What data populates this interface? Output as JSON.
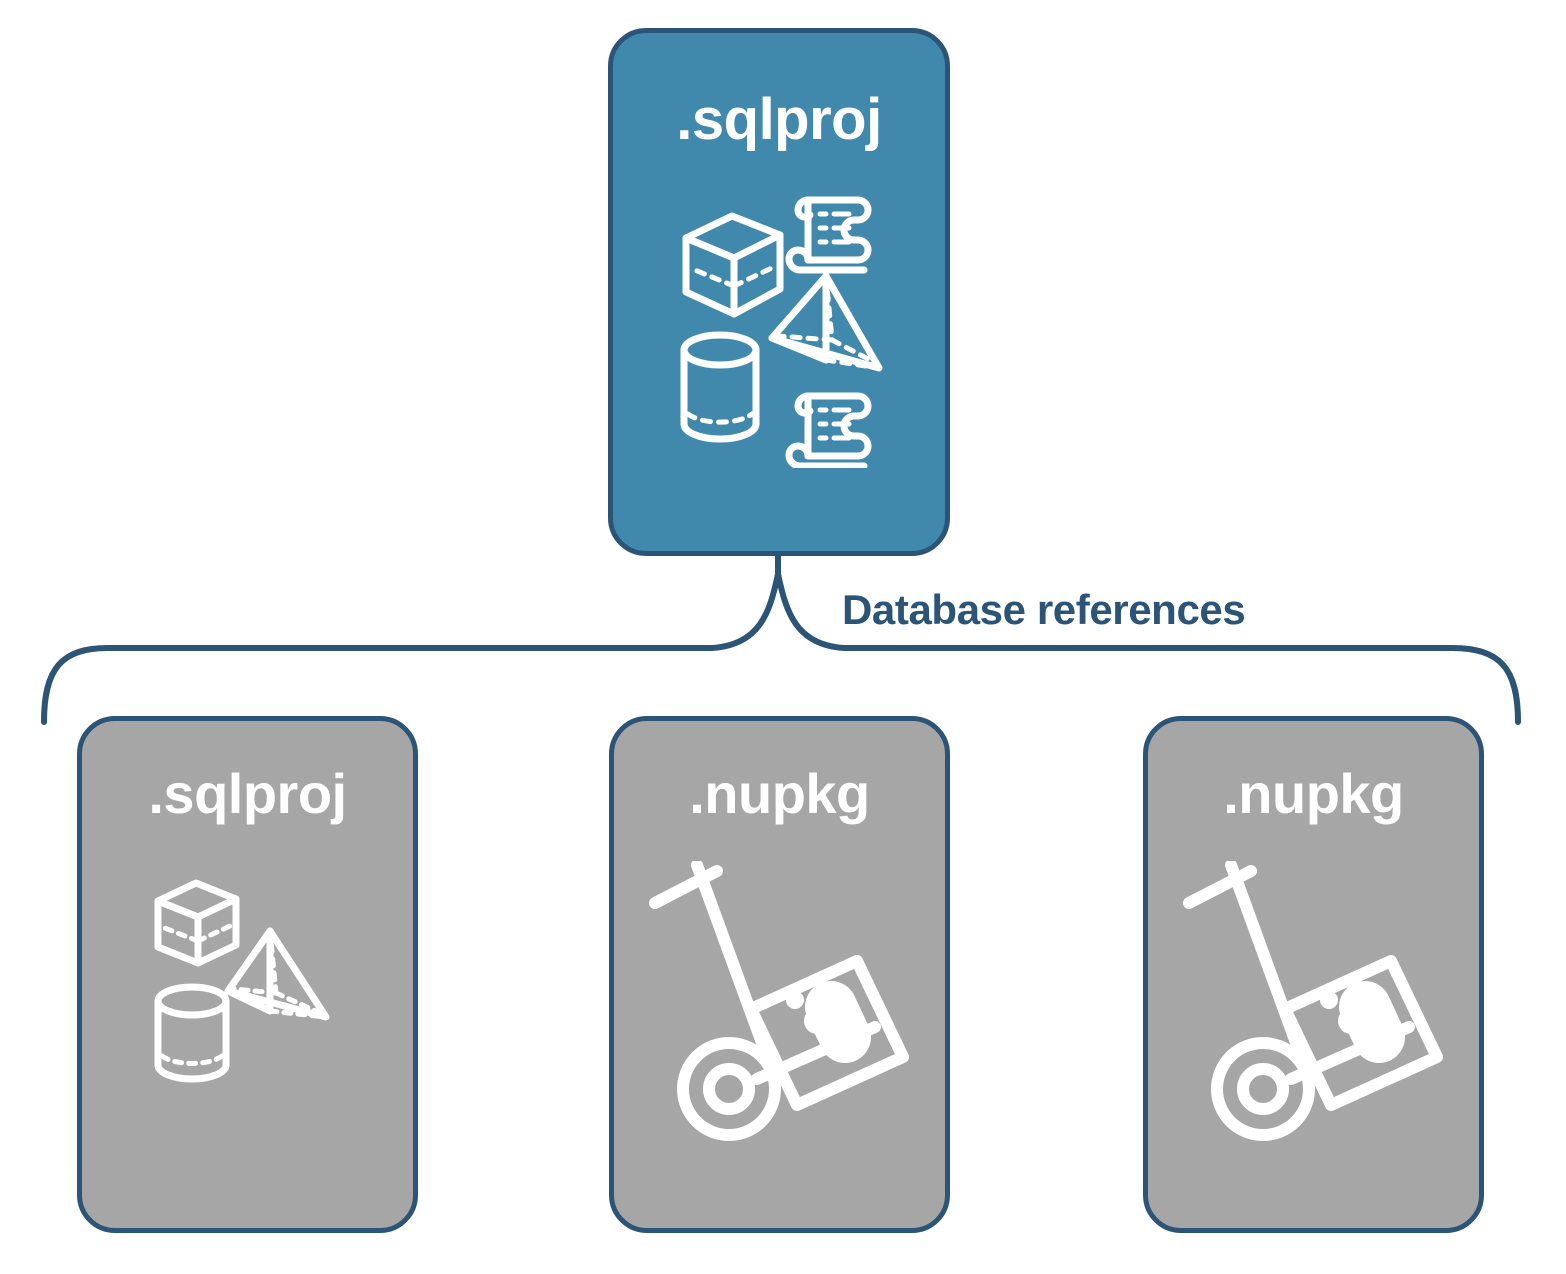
{
  "diagram": {
    "title": "Database references",
    "colors": {
      "accent_teal": "#4189AC",
      "neutral_gray": "#A6A6A6",
      "outline_navy": "#2C5476",
      "icon_white": "#FFFFFF",
      "background": "#FFFFFF"
    },
    "connector": {
      "label": "Database references",
      "style": "curly-brace",
      "label_color": "#2C5476"
    },
    "root": {
      "id": "root-sqlproj",
      "label": ".sqlproj",
      "fill": "#4189AC",
      "icons": [
        "cube-icon",
        "scroll-icon",
        "pyramid-icon",
        "cylinder-icon",
        "scroll-icon"
      ]
    },
    "references": [
      {
        "id": "ref-sqlproj",
        "label": ".sqlproj",
        "fill": "#A6A6A6",
        "icons": [
          "cube-icon",
          "pyramid-icon",
          "cylinder-icon"
        ]
      },
      {
        "id": "ref-nupkg-1",
        "label": ".nupkg",
        "fill": "#A6A6A6",
        "icons": [
          "hand-truck-icon",
          "nuget-package-icon"
        ]
      },
      {
        "id": "ref-nupkg-2",
        "label": ".nupkg",
        "fill": "#A6A6A6",
        "icons": [
          "hand-truck-icon",
          "nuget-package-icon"
        ]
      }
    ]
  }
}
